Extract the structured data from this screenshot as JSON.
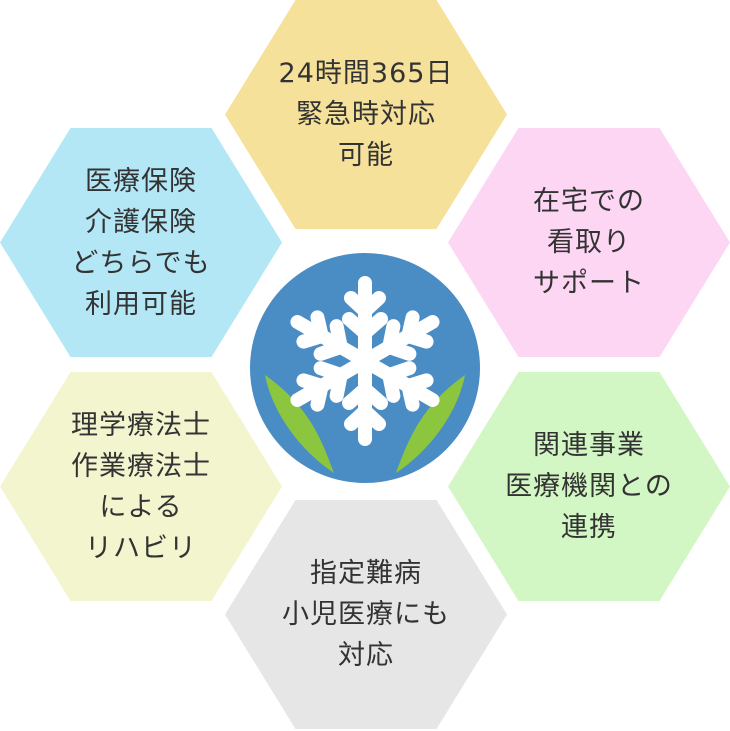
{
  "colors": {
    "top": "#f6e19a",
    "upper_right": "#fcd6f3",
    "lower_right": "#d3f7c4",
    "bottom": "#e6e6e6",
    "lower_left": "#f3f5cf",
    "upper_left": "#b3e7f6",
    "logo_bg": "#4a8cc4",
    "logo_snow": "#ffffff",
    "logo_leaf": "#8cc63f"
  },
  "logo": {
    "icon": "snowflake-leaves-icon"
  },
  "hexagons": {
    "top": {
      "lines": [
        "24時間365日",
        "緊急時対応",
        "可能"
      ]
    },
    "upper_right": {
      "lines": [
        "在宅での",
        "看取り",
        "サポート"
      ]
    },
    "lower_right": {
      "lines": [
        "関連事業",
        "医療機関との",
        "連携"
      ]
    },
    "bottom": {
      "lines": [
        "指定難病",
        "小児医療にも",
        "対応"
      ]
    },
    "lower_left": {
      "lines": [
        "理学療法士",
        "作業療法士",
        "による",
        "リハビリ"
      ]
    },
    "upper_left": {
      "lines": [
        "医療保険",
        "介護保険",
        "どちらでも",
        "利用可能"
      ]
    }
  }
}
